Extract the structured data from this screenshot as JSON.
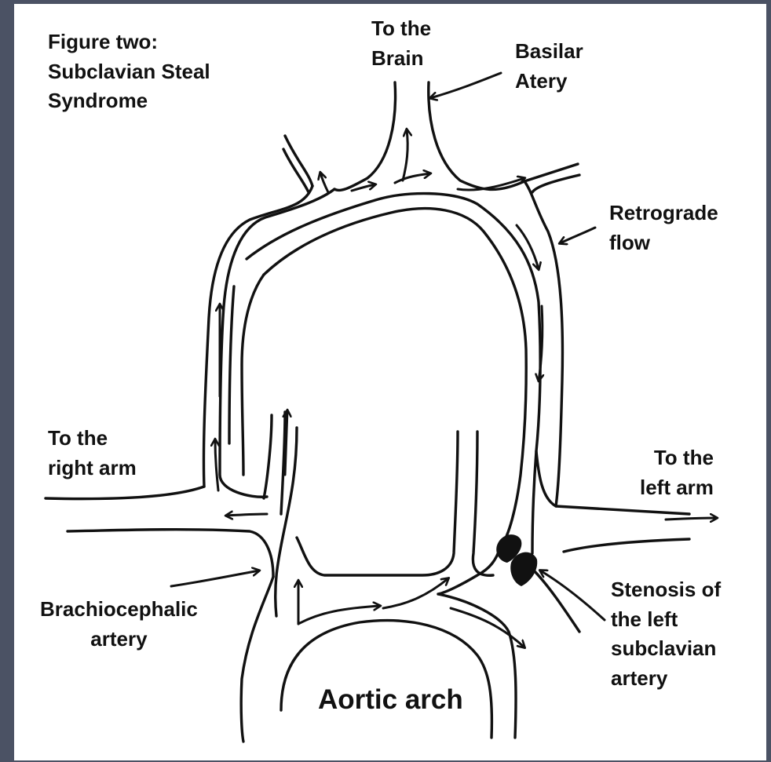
{
  "figure": {
    "title": "Figure two:\nSubclavian Steal\nSyndrome"
  },
  "labels": {
    "to_brain": "To the\nBrain",
    "basilar": "Basilar\nAtery",
    "retrograde": "Retrograde\nflow",
    "right_arm": "To the\nright arm",
    "left_arm": "To the\nleft arm",
    "brachiocephalic": "Brachiocephalic\nartery",
    "stenosis": "Stenosis of\nthe left\nsubclavian\nartery",
    "aortic_arch": "Aortic arch"
  }
}
